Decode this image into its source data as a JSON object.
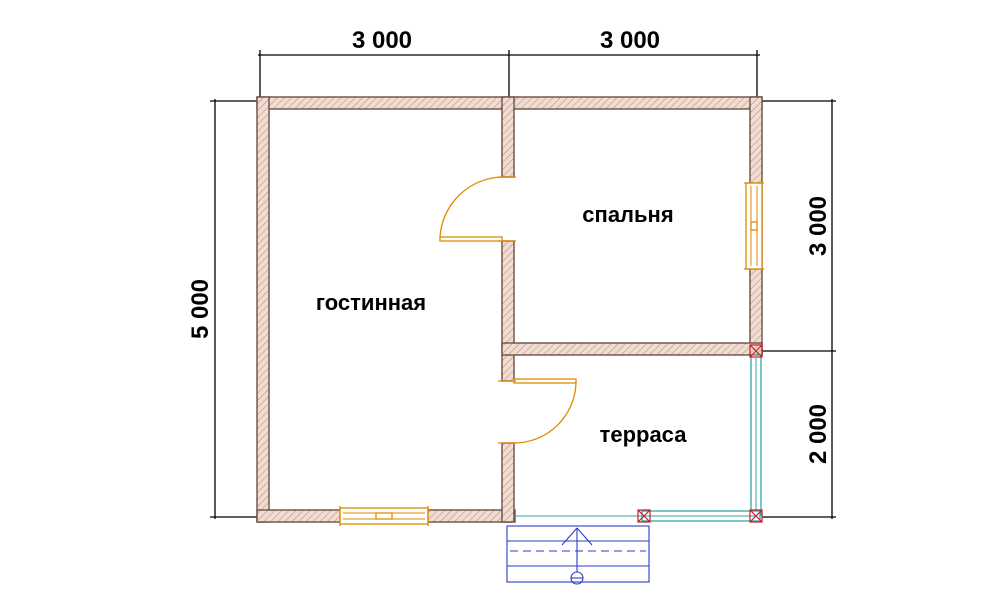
{
  "dimensions": {
    "top_left": "3 000",
    "top_right": "3 000",
    "left": "5 000",
    "right_upper": "3 000",
    "right_lower": "2 000"
  },
  "rooms": {
    "living_room": "гостинная",
    "bedroom": "спальня",
    "terrace": "терраса"
  },
  "colors": {
    "wall_outline": "#6e4f45",
    "wall_fill": "#f1dcd2",
    "door_window": "#e08a00",
    "terrace_rail": "#3aa3a3",
    "post_marker": "#c0202a",
    "stair": "#2b3cc8"
  }
}
